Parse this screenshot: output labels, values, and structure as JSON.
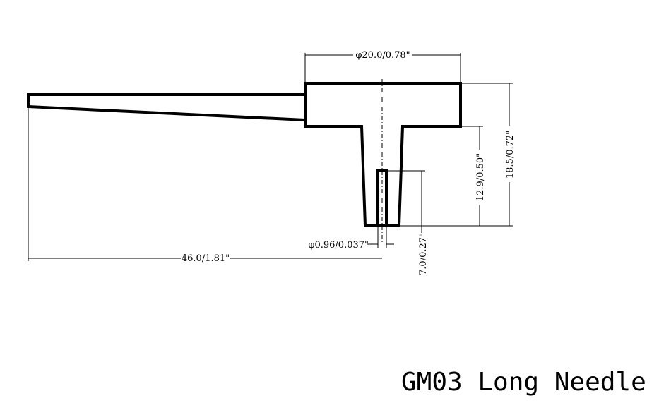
{
  "title": "GM03 Long Needle",
  "dimensions": {
    "head_diameter": "φ20.0/0.78\"",
    "stem_length": "12.9/0.50\"",
    "total_height": "18.5/0.72\"",
    "needle_length": "46.0/1.81\"",
    "hole_diameter": "φ0.96/0.037\"",
    "hole_depth": "7.0/0.27\""
  }
}
